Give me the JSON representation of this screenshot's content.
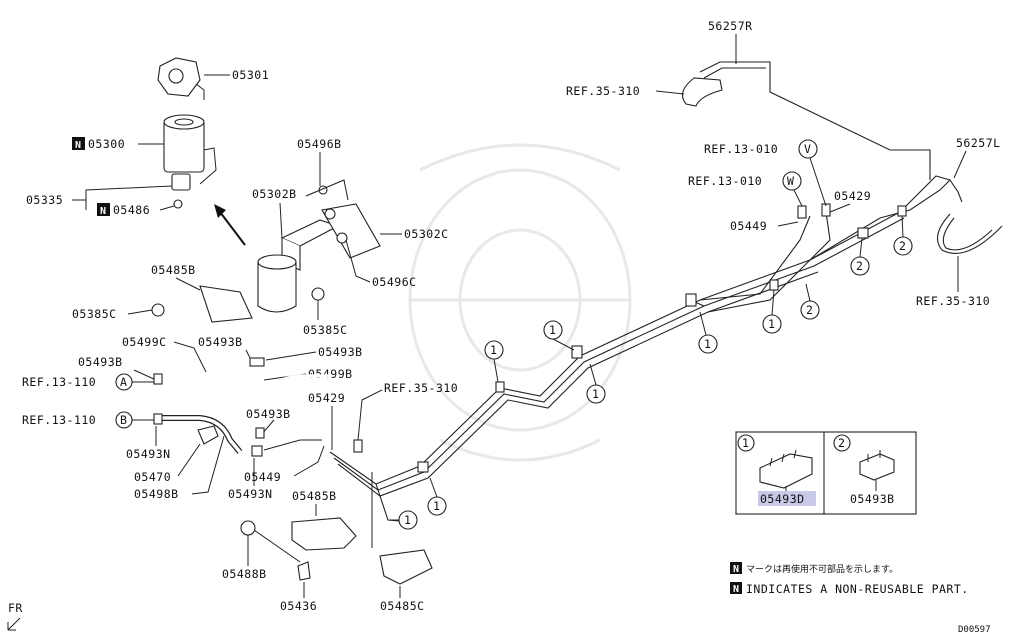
{
  "labels": {
    "p05301": "05301",
    "p05300": "05300",
    "p05335": "05335",
    "p05486": "05486",
    "p05496b": "05496B",
    "p05302b": "05302B",
    "p05302c": "05302C",
    "p05496c": "05496C",
    "p05485b_top": "05485B",
    "p05385c_left": "05385C",
    "p05385c_right": "05385C",
    "p05499c": "05499C",
    "p05493b_a": "05493B",
    "p05493b_b": "05493B",
    "p05493b_c": "05493B",
    "p05493b_d": "05493B",
    "p05499b": "05499B",
    "ref_13_110_a": "REF.13-110",
    "ref_13_110_b": "REF.13-110",
    "p05493n_a": "05493N",
    "p05493n_b": "05493N",
    "p05470": "05470",
    "p05498b": "05498B",
    "p05429_mid": "05429",
    "ref_35_310_mid": "REF.35-310",
    "p05449_mid": "05449",
    "p05485b_bot": "05485B",
    "p05488b": "05488B",
    "p05436": "05436",
    "p05485c": "05485C",
    "p56257r": "56257R",
    "ref_35_310_top": "REF.35-310",
    "ref_13_010_v": "REF.13-010",
    "ref_13_010_w": "REF.13-010",
    "p05429_right": "05429",
    "p05449_right": "05449",
    "p56257l": "56257L",
    "ref_35_310_right": "REF.35-310",
    "fr": "FR",
    "diagram_code": "D00597"
  },
  "callouts": {
    "a": "A",
    "b": "B",
    "v": "V",
    "w": "W",
    "one": "1",
    "two": "2"
  },
  "nonreusable_marker": "N",
  "legend_box": {
    "item1_num": "1",
    "item1_part": "05493D",
    "item2_num": "2",
    "item2_part": "05493B"
  },
  "notes": {
    "japanese": "マークは再使用不可部品を示します。",
    "english": "INDICATES A NON-REUSABLE PART."
  }
}
